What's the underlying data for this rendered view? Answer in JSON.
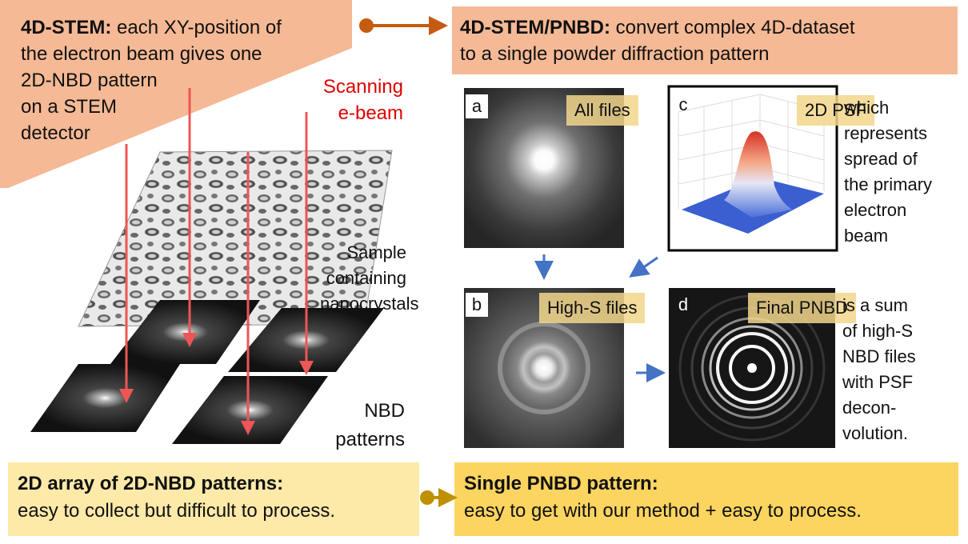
{
  "top_left": {
    "title_bold": "4D-STEM:",
    "title_rest": " each XY-position of\nthe electron beam gives one\n2D-NBD pattern\non a STEM\ndetector",
    "bg_color": "#f5b995"
  },
  "top_right": {
    "title_bold": "4D-STEM/PNBD:",
    "title_rest": " convert complex 4D-dataset\nto a single powder diffraction pattern",
    "bg_color": "#f5b995"
  },
  "left_scene": {
    "scanning_label": "Scanning\ne-beam",
    "sample_label": "Sample\ncontaining\nnanocrystals",
    "nbd_label": "NBD\npatterns",
    "beam_color": "#ee5555"
  },
  "panels": {
    "a": {
      "letter": "a",
      "tag": "All files"
    },
    "b": {
      "letter": "b",
      "tag": "High-S files"
    },
    "c": {
      "letter": "c",
      "tag": "2D PSF",
      "side_text": " which\nrepresents\nspread of\nthe primary\nelectron\nbeam"
    },
    "d": {
      "letter": "d",
      "tag": "Final PNBD",
      "side_text": " is a sum\nof high-S\nNBD files\nwith PSF\ndecon-\nvolution."
    }
  },
  "bottom_left": {
    "title_bold": "2D array of 2D-NBD patterns:",
    "subtitle": "easy to collect but difficult to process.",
    "bg_color": "#fde9a8"
  },
  "bottom_right": {
    "title_bold": "Single PNBD pattern:",
    "subtitle": "easy to get with our method + easy to process.",
    "bg_color": "#fcd460"
  },
  "colors": {
    "connector": "#c55a11",
    "connector_bottom": "#bf9000",
    "blue_arrow": "#4472c4"
  }
}
